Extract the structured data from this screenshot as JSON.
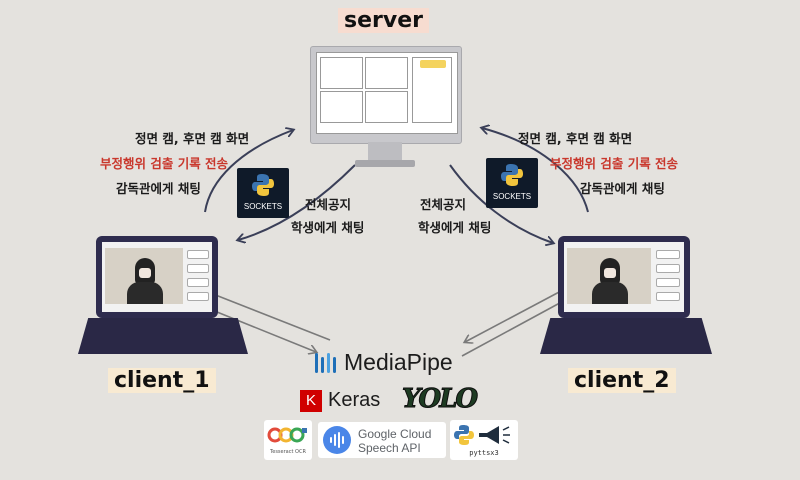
{
  "server": {
    "title": "server"
  },
  "client1": {
    "title": "client_1"
  },
  "client2": {
    "title": "client_2"
  },
  "left_up_labels": {
    "line1": "정면 캠, 후면 캠 화면",
    "line2": "부정행위 검출 기록 전송",
    "line3": "감독관에게 채팅"
  },
  "right_up_labels": {
    "line1": "정면 캠, 후면 캠 화면",
    "line2": "부정행위 검출 기록 전송",
    "line3": "감독관에게 채팅"
  },
  "left_down_labels": {
    "line1": "전체공지",
    "line2": "학생에게 채팅"
  },
  "right_down_labels": {
    "line1": "전체공지",
    "line2": "학생에게 채팅"
  },
  "sockets_label": "SOCKETS",
  "libraries": {
    "mediapipe": "MediaPipe",
    "keras": "Keras",
    "keras_k": "K",
    "yolo": "YOLO",
    "tesseract": "Tesseract OCR",
    "google_cloud_line1": "Google Cloud",
    "google_cloud_line2": "Speech API",
    "pyttsx": "pyttsx3"
  },
  "colors": {
    "background": "#e4e2de",
    "laptop": "#2e2c4e",
    "arrow": "#3a3f58",
    "highlight_text": "#c9372c",
    "server_highlight": "#f7dcd0",
    "client_highlight": "#f8ead2",
    "mediapipe_blue": "#1e6fb8",
    "keras_red": "#d00000",
    "google_blue": "#4a86e8"
  },
  "icons": [
    "python-icon",
    "sockets-icon",
    "mediapipe-icon",
    "keras-icon",
    "yolo-icon",
    "tesseract-icon",
    "google-speech-icon",
    "pyttsx-icon"
  ]
}
